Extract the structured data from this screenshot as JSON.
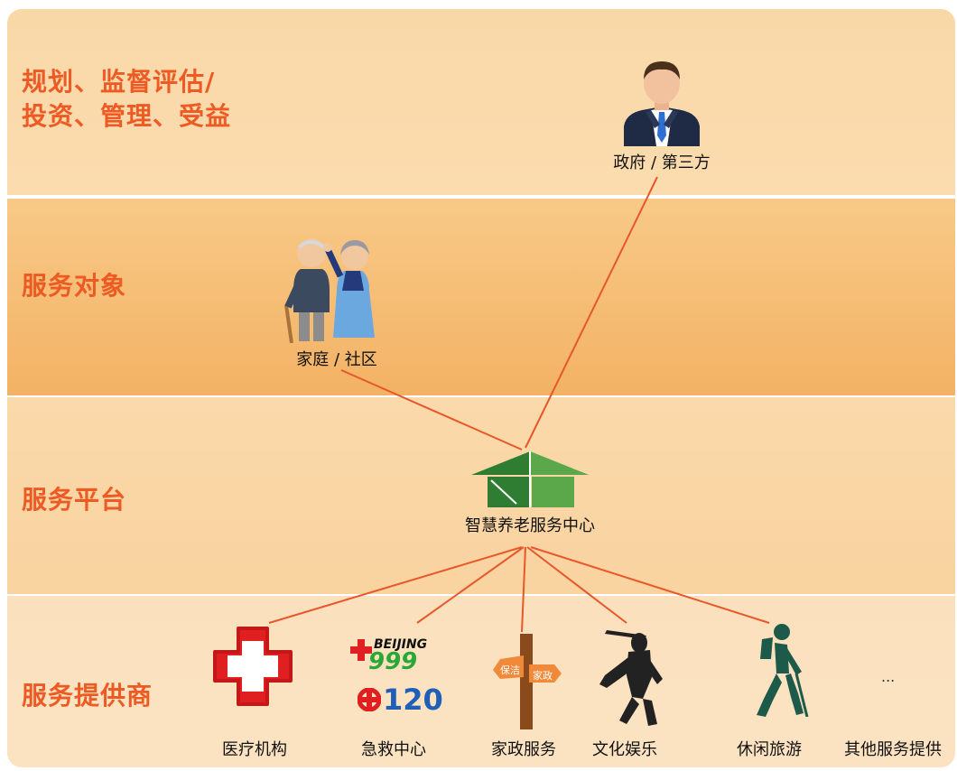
{
  "bands": [
    {
      "label": "规划、监督评估/\n投资、管理、受益"
    },
    {
      "label": "服务对象"
    },
    {
      "label": "服务平台"
    },
    {
      "label": "服务提供商"
    }
  ],
  "nodes": {
    "government": "政府 / 第三方",
    "family": "家庭 / 社区",
    "center": "智慧养老服务中心"
  },
  "providers": [
    {
      "label": "医疗机构",
      "icon": "red-cross-icon"
    },
    {
      "label": "急救中心",
      "icon": "emergency-999-120-icon"
    },
    {
      "label": "家政服务",
      "icon": "signpost-icon"
    },
    {
      "label": "文化娱乐",
      "icon": "shadow-puppet-icon"
    },
    {
      "label": "休闲旅游",
      "icon": "hiker-icon"
    },
    {
      "label": "其他服务提供",
      "icon": "ellipsis-icon"
    }
  ],
  "emergency_logo": {
    "brand": "BEIJING",
    "number_top": "999",
    "number_bottom": "120"
  },
  "signpost_text": {
    "left": "保洁",
    "right": "家政"
  },
  "ellipsis": "...",
  "colors": {
    "accent": "#ee5a24",
    "connector": "#e8572a",
    "house_dark": "#2e7d32",
    "house_light": "#5aa84a",
    "band_border": "#ffffff"
  }
}
